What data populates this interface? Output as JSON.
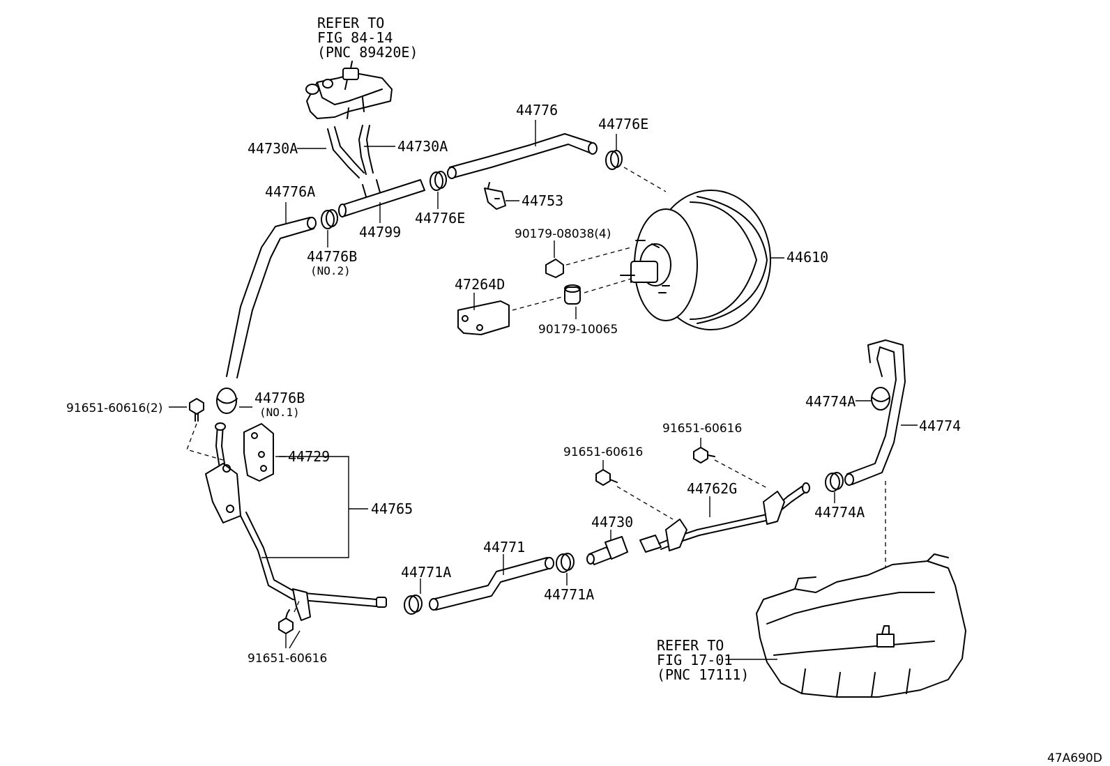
{
  "diagram_code": "47A690D",
  "references": {
    "fig_84_14": [
      "REFER TO",
      "FIG 84-14",
      "(PNC 89420E)"
    ],
    "fig_17_01": [
      "REFER TO",
      "FIG 17-01",
      "(PNC 17111)"
    ]
  },
  "labels": {
    "p44730A_left": "44730A",
    "p44730A_right": "44730A",
    "p44776": "44776",
    "p44776E_top": "44776E",
    "p44776A": "44776A",
    "p44799": "44799",
    "p44776E_mid": "44776E",
    "p44753": "44753",
    "p44776B_no2": "44776B",
    "no2": "(NO.2)",
    "p90179_08038": "90179-08038(4)",
    "p44610": "44610",
    "p47264D": "47264D",
    "p90179_10065": "90179-10065",
    "p91651_60616_2": "91651-60616(2)",
    "p44776B_no1": "44776B",
    "no1": "(NO.1)",
    "p44729": "44729",
    "p44765": "44765",
    "p44774A_top": "44774A",
    "p44774": "44774",
    "p91651_60616_a": "91651-60616",
    "p91651_60616_b": "91651-60616",
    "p44762G": "44762G",
    "p44774A_bot": "44774A",
    "p44730": "44730",
    "p44771": "44771",
    "p44771A_left": "44771A",
    "p44771A_right": "44771A",
    "p91651_60616_c": "91651-60616"
  }
}
